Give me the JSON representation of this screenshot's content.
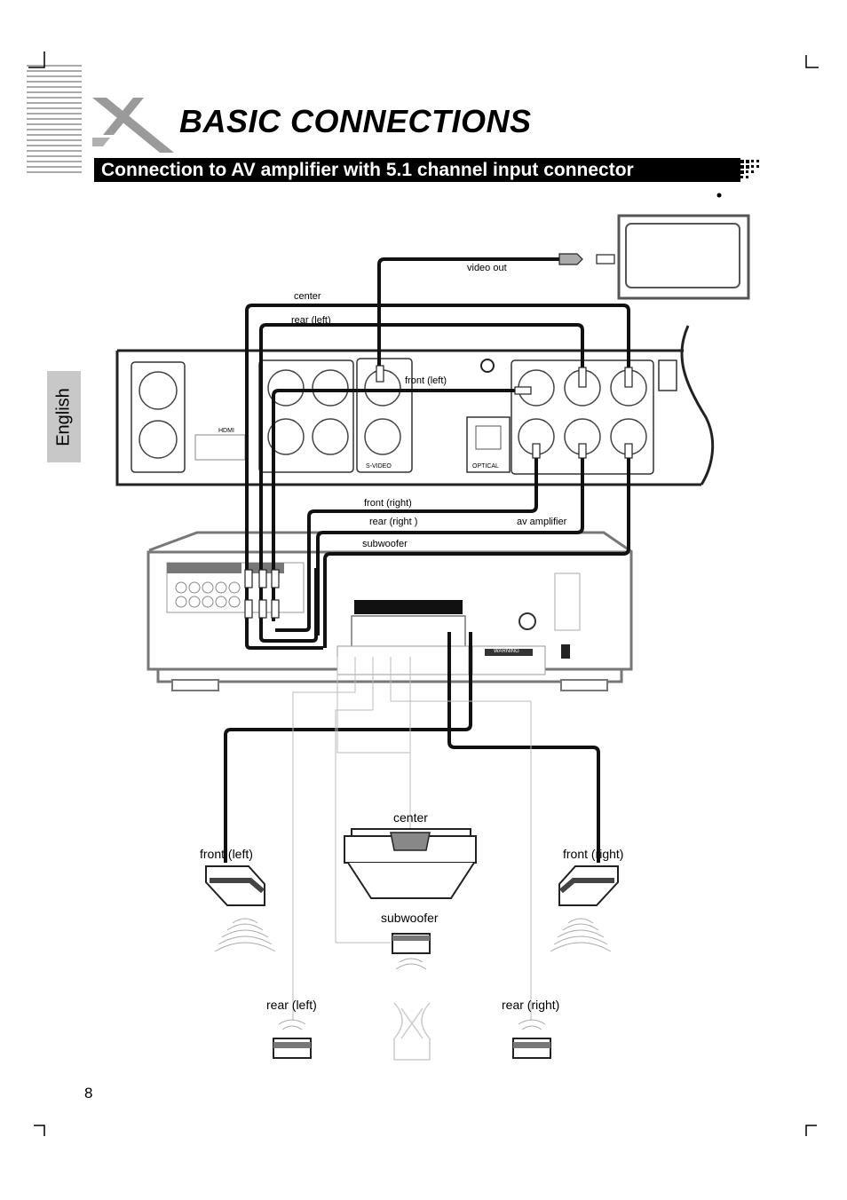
{
  "header": {
    "title": "BASIC CONNECTIONS",
    "subtitle": "Connection to AV amplifier with 5.1 channel input connector"
  },
  "sidebar": {
    "language_tab": "English"
  },
  "footer": {
    "page_number": "8"
  },
  "diagram": {
    "cable_labels": {
      "video_out": "video out",
      "center": "center",
      "rear_left": "rear (left)",
      "front_left": "front (left)",
      "front_right": "front (right)",
      "rear_right": "rear (right )",
      "subwoofer": "subwoofer",
      "av_amplifier": "av amplifier"
    },
    "speaker_labels": {
      "center": "center",
      "front_left": "front (left)",
      "front_right": "front (right)",
      "subwoofer": "subwoofer",
      "rear_left": "rear (left)",
      "rear_right": "rear (right)"
    },
    "panel_labels": {
      "hdmi": "HDMI",
      "s_video": "S-VIDEO",
      "optical": "OPTICAL",
      "warning": "WARNING"
    }
  }
}
